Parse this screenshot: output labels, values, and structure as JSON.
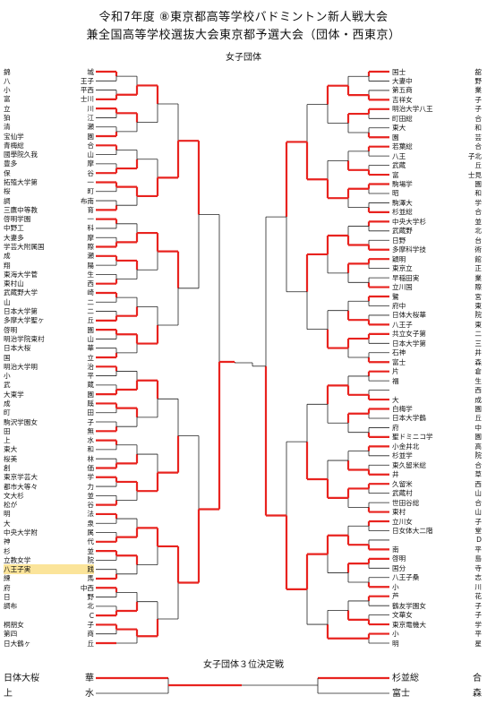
{
  "title_line1": "令和7年度 ⑧東京都高等学校バドミントン新人戦大会",
  "title_line2": "兼全国高等学校選抜大会東京都予選大会（団体・西東京）",
  "section_title": "女子団体",
  "third_place_title": "女子団体３位決定戦",
  "left_teams": [
    {
      "a": "錦",
      "b": "城"
    },
    {
      "a": "八",
      "b": "王子"
    },
    {
      "a": "小",
      "b": "平西"
    },
    {
      "a": "富",
      "b": "士川"
    },
    {
      "a": "立",
      "b": "川"
    },
    {
      "a": "狛",
      "b": "江"
    },
    {
      "a": "清",
      "b": "瀬"
    },
    {
      "a": "宝仙学",
      "b": "園"
    },
    {
      "a": "青梅総",
      "b": "合"
    },
    {
      "a": "國學院久我",
      "b": "山"
    },
    {
      "a": "豊多",
      "b": "摩"
    },
    {
      "a": "保",
      "b": "谷"
    },
    {
      "a": "拓殖大学第",
      "b": "一"
    },
    {
      "a": "桜",
      "b": "町"
    },
    {
      "a": "調",
      "b": "布南"
    },
    {
      "a": "三鷹中等教",
      "b": "育"
    },
    {
      "a": "啓明学園",
      "b": "一"
    },
    {
      "a": "中野工",
      "b": "科"
    },
    {
      "a": "大妻多",
      "b": "摩"
    },
    {
      "a": "学芸大附属国",
      "b": "際"
    },
    {
      "a": "成",
      "b": "瀬"
    },
    {
      "a": "翔",
      "b": "陽"
    },
    {
      "a": "東海大学菅",
      "b": "生"
    },
    {
      "a": "東村山",
      "b": "西"
    },
    {
      "a": "武蔵野大学",
      "b": "崎"
    },
    {
      "a": "山",
      "b": "二"
    },
    {
      "a": "日本大学第",
      "b": "二"
    },
    {
      "a": "多摩大学聖ヶ",
      "b": "丘"
    },
    {
      "a": "啓明",
      "b": "園"
    },
    {
      "a": "明治学院東村",
      "b": "山"
    },
    {
      "a": "日本大桜",
      "b": "華"
    },
    {
      "a": "国",
      "b": "立"
    },
    {
      "a": "明治大学明",
      "b": "治"
    },
    {
      "a": "小",
      "b": "平"
    },
    {
      "a": "武",
      "b": "蔵"
    },
    {
      "a": "大東学",
      "b": "園"
    },
    {
      "a": "成",
      "b": "蹊"
    },
    {
      "a": "町",
      "b": "田"
    },
    {
      "a": "駒沢学園女",
      "b": "子"
    },
    {
      "a": "田",
      "b": "無"
    },
    {
      "a": "上",
      "b": "水"
    },
    {
      "a": "東大",
      "b": "和"
    },
    {
      "a": "桜美",
      "b": "林"
    },
    {
      "a": "創",
      "b": "価"
    },
    {
      "a": "東京学芸大",
      "b": "学"
    },
    {
      "a": "都市大等々",
      "b": "力"
    },
    {
      "a": "文大杉",
      "b": "並"
    },
    {
      "a": "松が",
      "b": "谷"
    },
    {
      "a": "明",
      "b": "法"
    },
    {
      "a": "大",
      "b": "泉"
    },
    {
      "a": "中央大学附",
      "b": "属"
    },
    {
      "a": "神",
      "b": "代"
    },
    {
      "a": "杉",
      "b": "並"
    },
    {
      "a": "立教女学",
      "b": "院"
    },
    {
      "a": "八王子実",
      "b": "践"
    },
    {
      "a": "練",
      "b": "馬"
    },
    {
      "a": "府",
      "b": "中西"
    },
    {
      "a": "日",
      "b": "野"
    },
    {
      "a": "調布",
      "b": "北"
    },
    {
      "a": "",
      "b": "C"
    },
    {
      "a": "桐朋女",
      "b": "子"
    },
    {
      "a": "第四",
      "b": "商"
    },
    {
      "a": "日大鶴ヶ",
      "b": "丘"
    }
  ],
  "highlight_team": "八王子実践",
  "right_teams": [
    {
      "a": "国士",
      "b": "舘"
    },
    {
      "a": "大妻中",
      "b": "野"
    },
    {
      "a": "第五商",
      "b": "業"
    },
    {
      "a": "吉祥女",
      "b": "子"
    },
    {
      "a": "明治大学八王",
      "b": "子"
    },
    {
      "a": "町田総",
      "b": "合"
    },
    {
      "a": "東大",
      "b": "和"
    },
    {
      "a": "園",
      "b": "芸"
    },
    {
      "a": "若葉総",
      "b": "合"
    },
    {
      "a": "八王",
      "b": "子北"
    },
    {
      "a": "武蔵",
      "b": "丘"
    },
    {
      "a": "富",
      "b": "士見"
    },
    {
      "a": "駒場学",
      "b": "園"
    },
    {
      "a": "昭",
      "b": "和"
    },
    {
      "a": "駒澤大",
      "b": "学"
    },
    {
      "a": "杉並総",
      "b": "合"
    },
    {
      "a": "中央大学杉",
      "b": "並"
    },
    {
      "a": "武蔵野",
      "b": "北"
    },
    {
      "a": "日野",
      "b": "台"
    },
    {
      "a": "多摩科学技",
      "b": "術"
    },
    {
      "a": "穎明",
      "b": "館"
    },
    {
      "a": "東京立",
      "b": "正"
    },
    {
      "a": "早稲田実",
      "b": "業"
    },
    {
      "a": "立川国",
      "b": "際"
    },
    {
      "a": "鷺",
      "b": "宮"
    },
    {
      "a": "府中",
      "b": "東"
    },
    {
      "a": "日体大桜華",
      "b": "院"
    },
    {
      "a": "八王子",
      "b": "東"
    },
    {
      "a": "共立女子第",
      "b": "二"
    },
    {
      "a": "日本大学第",
      "b": "三"
    },
    {
      "a": "石神",
      "b": "井"
    },
    {
      "a": "富士",
      "b": "森"
    },
    {
      "a": "片",
      "b": "倉"
    },
    {
      "a": "福",
      "b": "生"
    },
    {
      "a": "",
      "b": "西"
    },
    {
      "a": "大",
      "b": "成"
    },
    {
      "a": "白梅学",
      "b": "園"
    },
    {
      "a": "日本大学鶴",
      "b": "丘"
    },
    {
      "a": "府",
      "b": "中"
    },
    {
      "a": "聖ドミニコ学",
      "b": "園"
    },
    {
      "a": "小金井北",
      "b": "高"
    },
    {
      "a": "杉並学",
      "b": "院"
    },
    {
      "a": "東久留米総",
      "b": "合"
    },
    {
      "a": "井",
      "b": "草"
    },
    {
      "a": "久留米",
      "b": "西"
    },
    {
      "a": "武蔵村",
      "b": "山"
    },
    {
      "a": "世田谷総",
      "b": "合"
    },
    {
      "a": "東村",
      "b": "山"
    },
    {
      "a": "立川女",
      "b": "子"
    },
    {
      "a": "日女体大二階",
      "b": "堂"
    },
    {
      "a": "",
      "b": "D"
    },
    {
      "a": "南",
      "b": "平"
    },
    {
      "a": "啓明",
      "b": "島"
    },
    {
      "a": "国分",
      "b": "寺"
    },
    {
      "a": "八王子桑",
      "b": "志"
    },
    {
      "a": "小",
      "b": "川"
    },
    {
      "a": "芦",
      "b": "花"
    },
    {
      "a": "鶴友学園女",
      "b": "子"
    },
    {
      "a": "文華女",
      "b": "子"
    },
    {
      "a": "東京電機大",
      "b": "学"
    },
    {
      "a": "小",
      "b": "平"
    },
    {
      "a": "明",
      "b": "星"
    }
  ],
  "third_place": {
    "left": [
      {
        "a": "日体大桜",
        "b": "華"
      },
      {
        "a": "上",
        "b": "水"
      }
    ],
    "right": [
      {
        "a": "杉並総",
        "b": "合"
      },
      {
        "a": "富士",
        "b": "森"
      }
    ]
  },
  "colors": {
    "winner_line": "#e8231f",
    "line": "#222222",
    "highlight": "#fbe49a"
  }
}
